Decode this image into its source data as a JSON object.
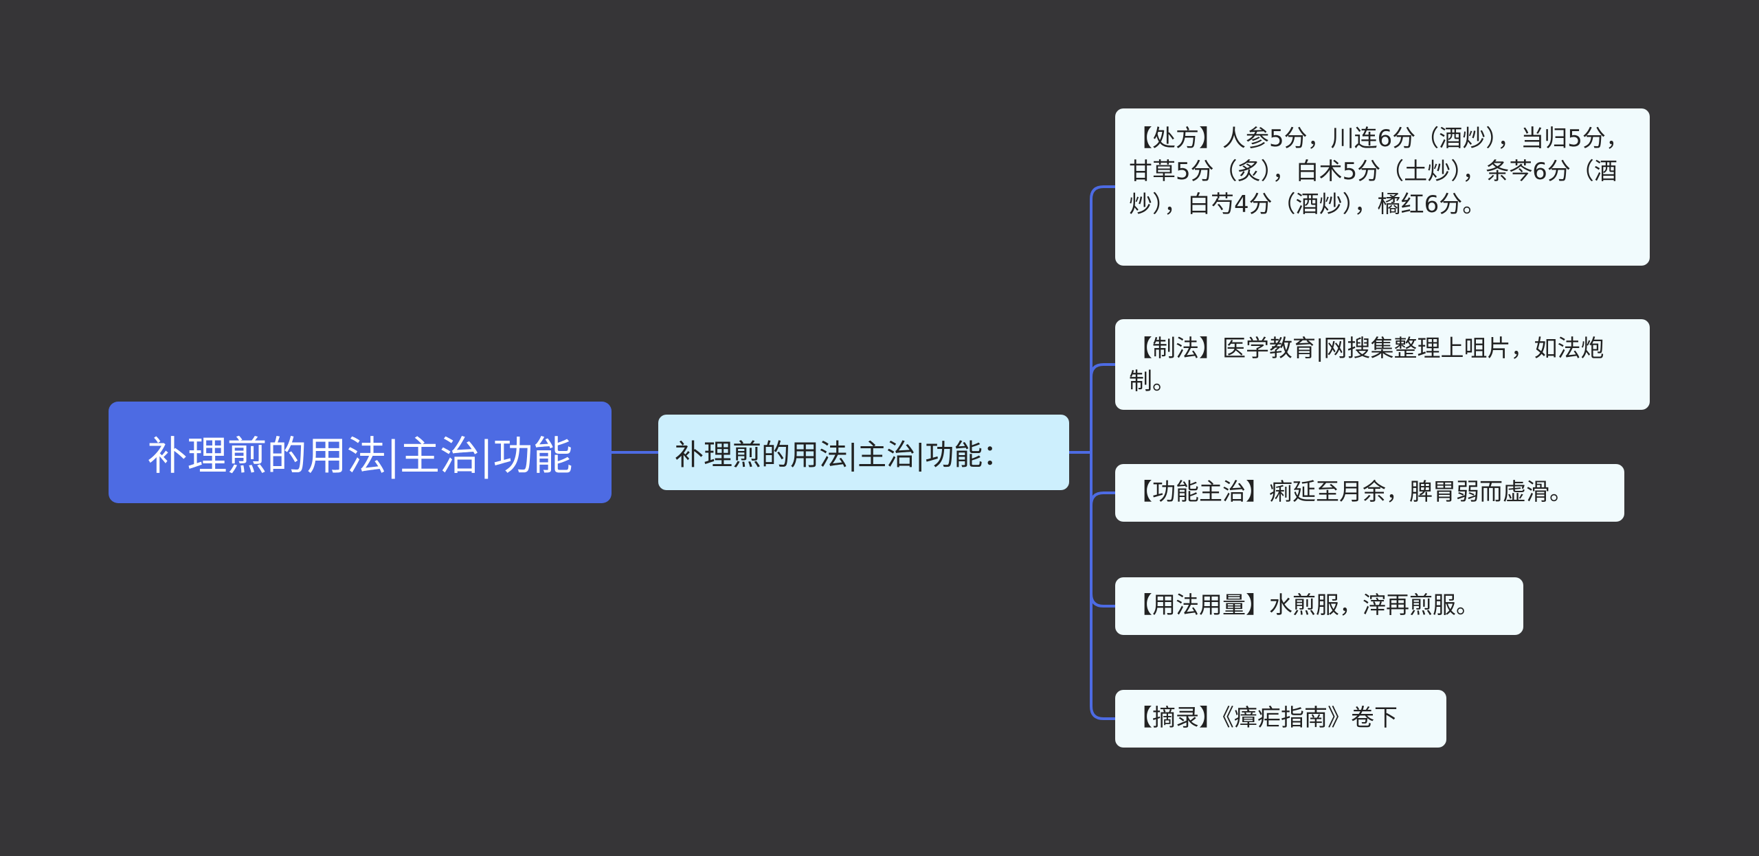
{
  "mindmap": {
    "root": {
      "label": "补理煎的用法|主治|功能"
    },
    "branch": {
      "label": "补理煎的用法|主治|功能："
    },
    "leaves": [
      {
        "label": "【处方】人参5分，川连6分（酒炒），当归5分，甘草5分（炙），白术5分（土炒），条芩6分（酒炒），白芍4分（酒炒），橘红6分。"
      },
      {
        "label": "【制法】医学教育|网搜集整理上咀片，如法炮制。"
      },
      {
        "label": "【功能主治】痢延至月余，脾胃弱而虚滑。"
      },
      {
        "label": "【用法用量】水煎服，滓再煎服。"
      },
      {
        "label": "【摘录】《瘴疟指南》卷下"
      }
    ]
  },
  "colors": {
    "background": "#363537",
    "root_fill": "#4d6be3",
    "branch_fill": "#cdeffd",
    "leaf_fill": "#f1fbfd",
    "connector": "#4d6be3"
  }
}
